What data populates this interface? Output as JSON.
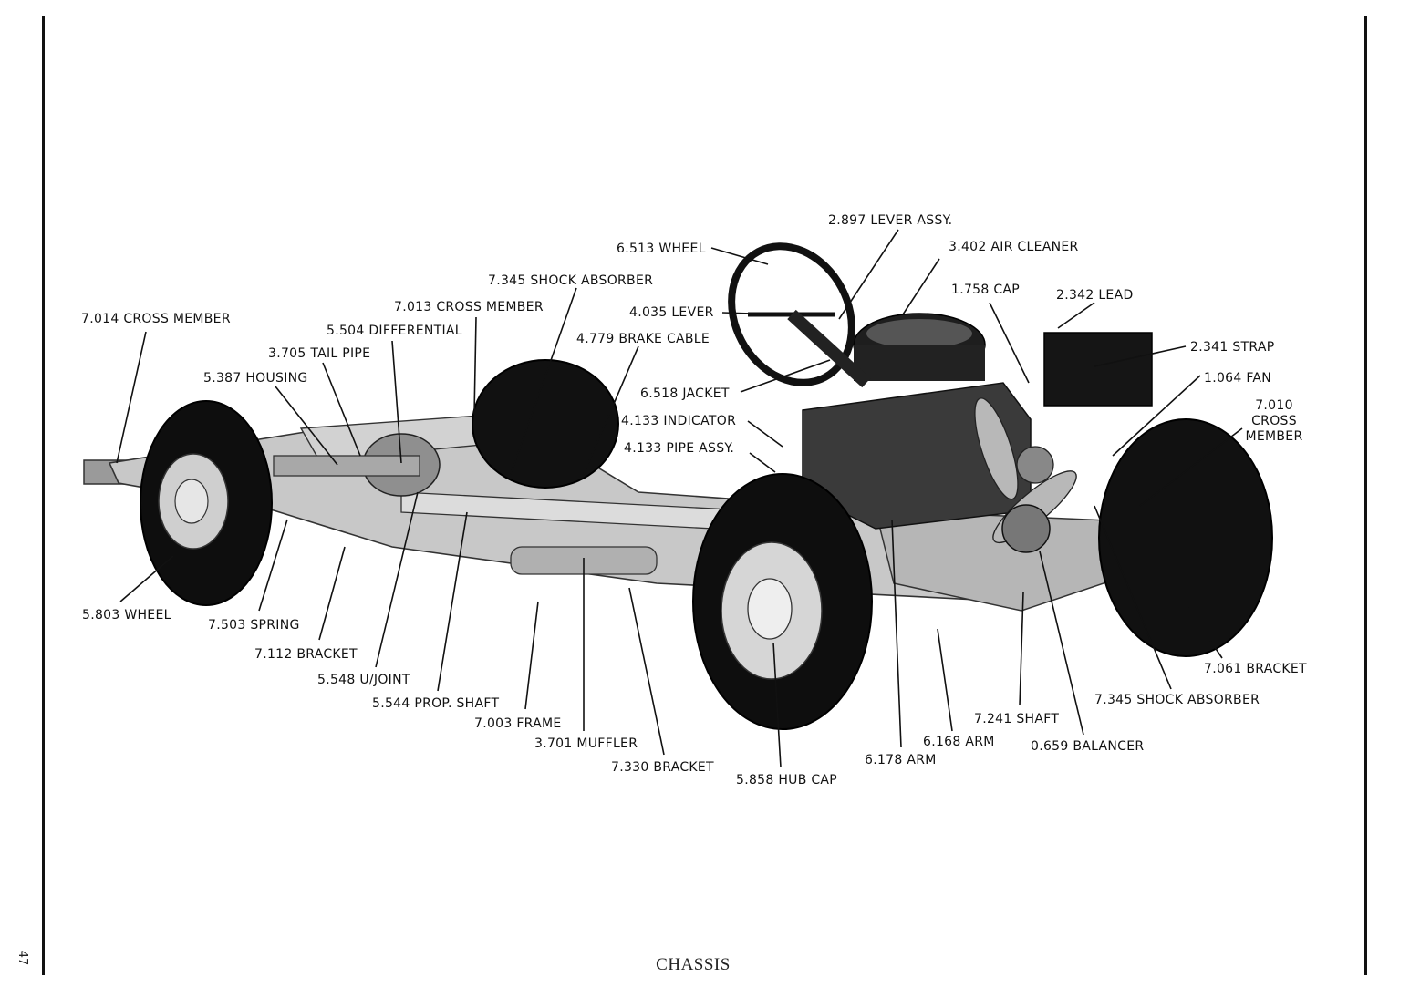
{
  "page_number": "47",
  "caption": "CHASSIS",
  "labels": {
    "lever_assy": "2.897 LEVER ASSY.",
    "air_cleaner": "3.402 AIR CLEANER",
    "steering_wheel": "6.513 WHEEL",
    "shock_absorber_rear": "7.345 SHOCK ABSORBER",
    "cap": "1.758 CAP",
    "lead": "2.342 LEAD",
    "cross_member_mid": "7.013 CROSS MEMBER",
    "lever": "4.035 LEVER",
    "cross_member_rear": "7.014 CROSS MEMBER",
    "differential": "5.504 DIFFERENTIAL",
    "brake_cable": "4.779 BRAKE CABLE",
    "strap": "2.341 STRAP",
    "tail_pipe": "3.705 TAIL PIPE",
    "housing": "5.387 HOUSING",
    "fan": "1.064 FAN",
    "jacket": "6.518 JACKET",
    "cross_member_front": "7.010\nCROSS\nMEMBER",
    "indicator": "4.133 INDICATOR",
    "pipe_assy": "4.133 PIPE ASSY.",
    "rear_wheel": "5.803 WHEEL",
    "spring": "7.503 SPRING",
    "bracket_rear": "7.112 BRACKET",
    "u_joint": "5.548 U/JOINT",
    "prop_shaft": "5.544 PROP. SHAFT",
    "frame": "7.003 FRAME",
    "muffler": "3.701 MUFFLER",
    "bracket_mid": "7.330 BRACKET",
    "hub_cap": "5.858 HUB CAP",
    "arm_lower": "6.178 ARM",
    "arm_upper": "6.168 ARM",
    "shaft": "7.241 SHAFT",
    "balancer": "0.659 BALANCER",
    "bracket_front": "7.061 BRACKET",
    "shock_absorber_front": "7.345 SHOCK ABSORBER"
  }
}
